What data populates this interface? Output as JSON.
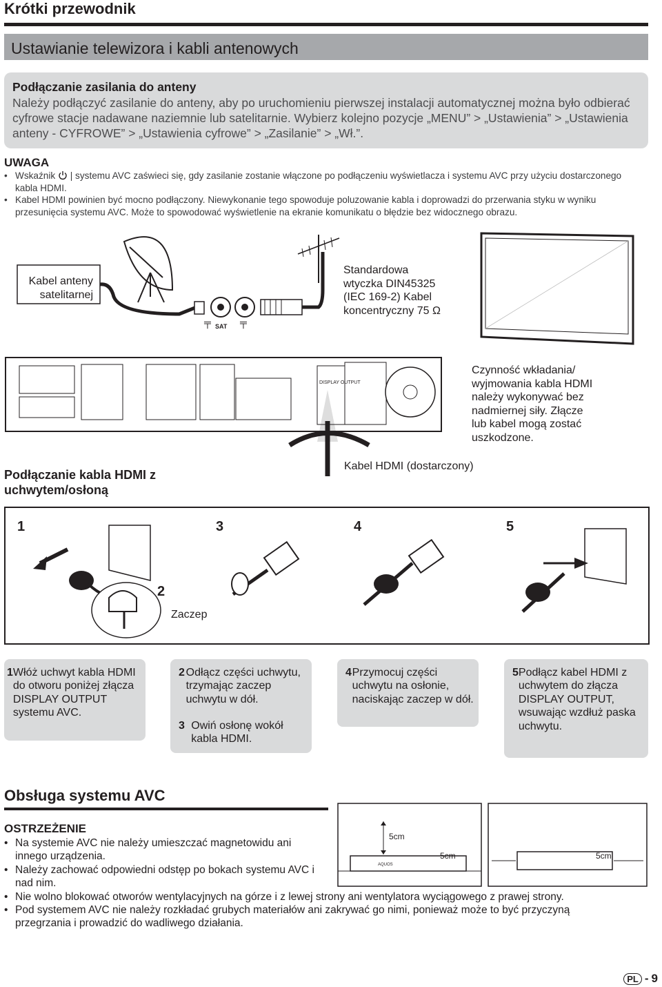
{
  "header": {
    "title": "Krótki przewodnik"
  },
  "section": {
    "title": "Ustawianie telewizora i kabli antenowych"
  },
  "antenna_power": {
    "heading": "Podłączanie zasilania do anteny",
    "body": "Należy podłączyć zasilanie do anteny, aby po uruchomieniu pierwszej instalacji automatycznej można było odbierać cyfrowe stacje nadawane naziemnie lub satelitarnie. Wybierz kolejno pozycje „MENU” > „Ustawienia” > „Ustawienia anteny - CYFROWE” > „Ustawienia cyfrowe” > „Zasilanie” > „Wł.”."
  },
  "note": {
    "heading": "UWAGA",
    "item1_before": "Wskaźnik",
    "item1_after": "systemu AVC zaświeci się, gdy zasilanie zostanie włączone po podłączeniu wyświetlacza i systemu AVC przy użyciu dostarczonego kabla HDMI.",
    "item2": "Kabel HDMI powinien być mocno podłączony. Niewykonanie tego spowoduje poluzowanie kabla i doprowadzi do przerwania styku w wyniku przesunięcia systemu AVC. Może to spowodować wyświetlenie na ekranie komunikatu o błędzie bez widocznego obrazu."
  },
  "diagram": {
    "sat_cable_label": "Kabel anteny satelitarnej",
    "din_label": "Standardowa wtyczka DIN45325 (IEC 169-2) Kabel koncentryczny 75 Ω",
    "sat_port": "SAT",
    "warning_label": "Czynność wkładania/ wyjmowania kabla HDMI należy wykonywać bez nadmiernej siły. Złącze lub kabel mogą zostać uszkodzone.",
    "hdmi_cable_label": "Kabel HDMI (dostarczony)",
    "hdmi_heading": "Podłączanie kabla HDMI z uchwytem/osłoną",
    "display_output": "DISPLAY OUTPUT"
  },
  "steps": {
    "n1": "1",
    "n2": "2",
    "n3": "3",
    "n4": "4",
    "n5": "5",
    "clip_label": "Zaczep"
  },
  "cards": {
    "c1": {
      "num": "1",
      "text": "Włóż uchwyt kabla HDMI do otworu poniżej złącza DISPLAY OUTPUT systemu AVC."
    },
    "c2a": {
      "num": "2",
      "text": "Odłącz części uchwytu, trzymając zaczep uchwytu w dół."
    },
    "c2b": {
      "num": "3",
      "text": "Owiń osłonę wokół kabla HDMI."
    },
    "c3": {
      "num": "4",
      "text": "Przymocuj części uchwytu na osłonie, naciskając zaczep w dół."
    },
    "c4": {
      "num": "5",
      "text": "Podłącz kabel HDMI z uchwytem do złącza DISPLAY OUTPUT, wsuwając wzdłuż paska uchwytu."
    }
  },
  "avc": {
    "title": "Obsługa systemu AVC",
    "warning_heading": "OSTRZEŻENIE",
    "items": [
      "Na systemie AVC nie należy umieszczać magnetowidu ani innego urządzenia.",
      "Należy zachować odpowiedni odstęp po bokach systemu AVC i nad nim.",
      "Nie wolno blokować otworów wentylacyjnych na górze i z lewej strony ani wentylatora wyciągowego z prawej strony.",
      "Pod systemem AVC nie należy rozkładać grubych materiałów ani zakrywać go nimi, ponieważ może to być przyczyną przegrzania i prowadzić do wadliwego działania."
    ],
    "gap_top": "5cm",
    "gap_left": "5cm",
    "gap_right": "5cm",
    "brand": "AQUOS"
  },
  "footer": {
    "lang": "PL",
    "sep": "-",
    "page": "9"
  }
}
